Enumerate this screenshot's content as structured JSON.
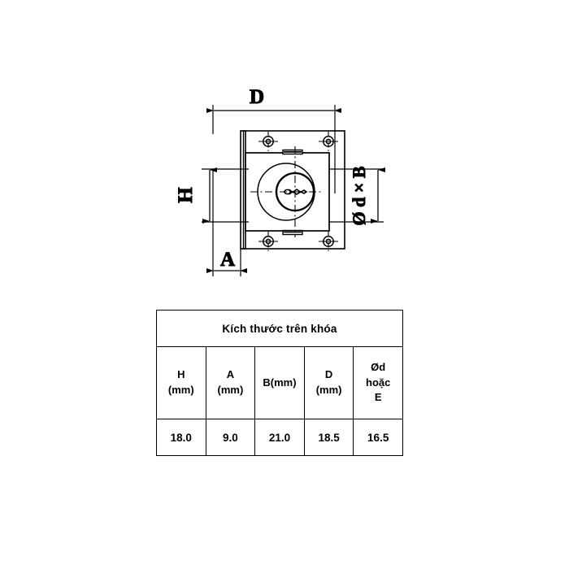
{
  "drawing": {
    "name": "cabinet-lock-front-view",
    "dimension_labels": {
      "top": "D",
      "left": "H",
      "bottom_left": "A",
      "right": "Ø d × B"
    },
    "right_label_parts": {
      "diameter_symbol": "Ø",
      "d": "d",
      "times": "×",
      "b": "B"
    },
    "features": {
      "screw_holes": 4,
      "keyway": "key-slot",
      "cylinder": "lock-cylinder"
    },
    "line_color": "#000000",
    "background": "#ffffff"
  },
  "table": {
    "title": "Kích thước trên khóa",
    "columns": [
      {
        "key": "H",
        "line1": "H",
        "line2": "(mm)",
        "line3": ""
      },
      {
        "key": "A",
        "line1": "A",
        "line2": "(mm)",
        "line3": ""
      },
      {
        "key": "B",
        "line1": "B(mm)",
        "line2": "",
        "line3": ""
      },
      {
        "key": "D",
        "line1": "D",
        "line2": "(mm)",
        "line3": ""
      },
      {
        "key": "E",
        "line1": "Ød",
        "line2": "hoặc",
        "line3": "E"
      }
    ],
    "values": [
      "18.0",
      "9.0",
      "21.0",
      "18.5",
      "16.5"
    ]
  }
}
